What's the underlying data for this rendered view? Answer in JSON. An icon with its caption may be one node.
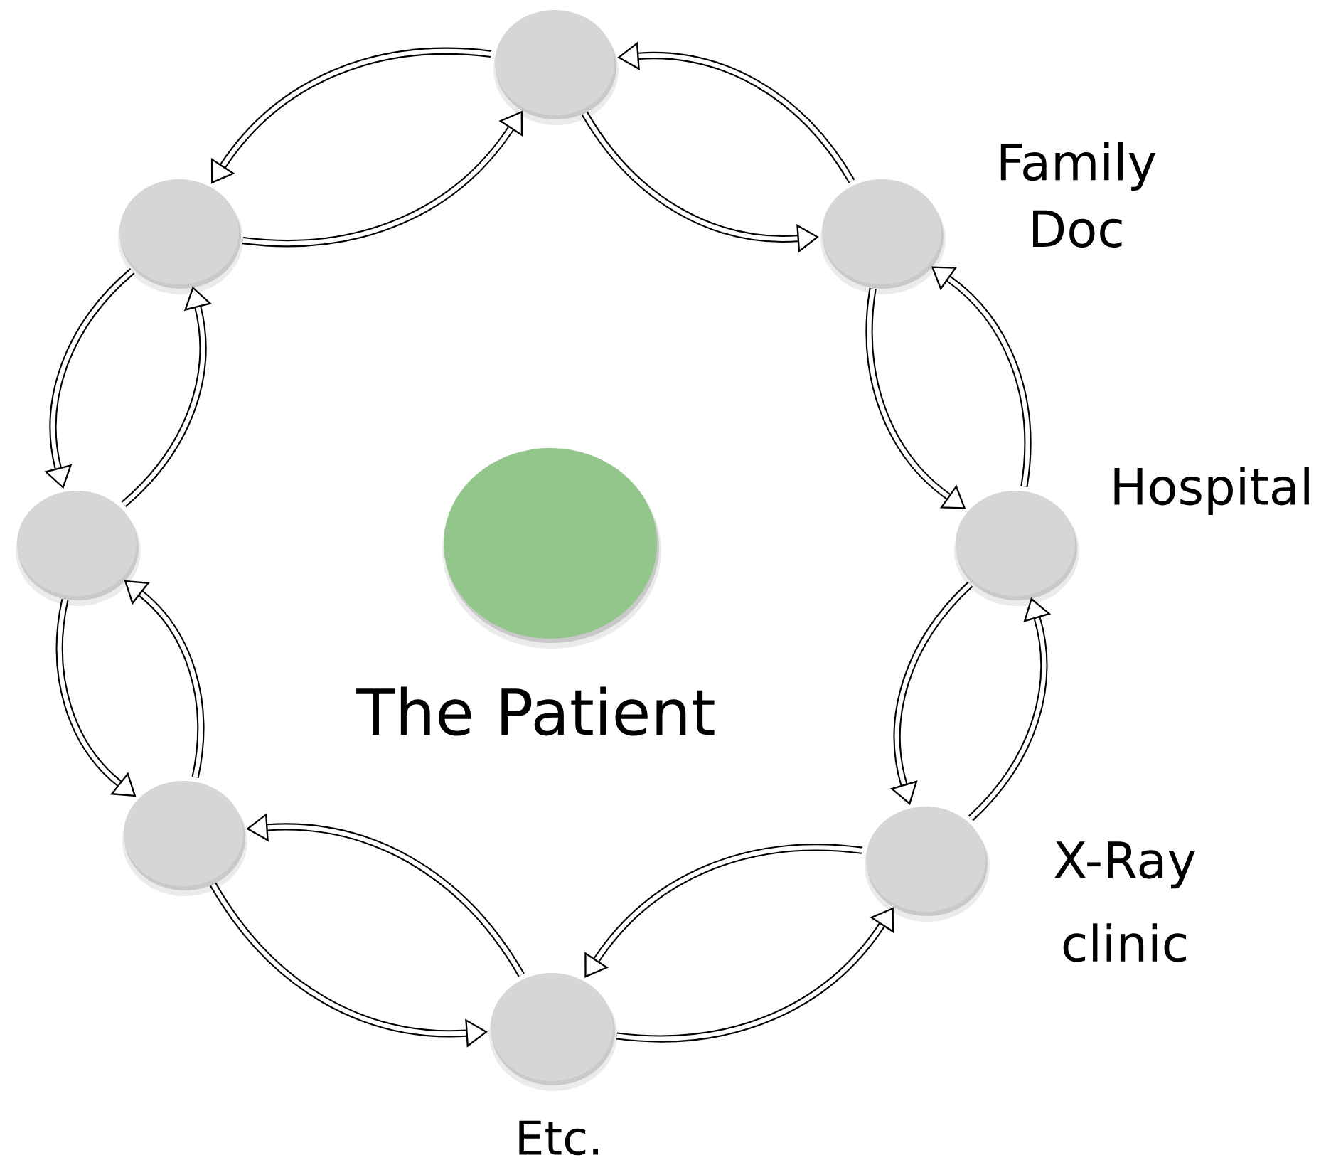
{
  "diagram": {
    "nodes": [
      {
        "text": [],
        "shape": "circle"
      },
      {
        "text": [
          "Family Doc"
        ]
      },
      {
        "text": [
          "Hospital"
        ]
      },
      {
        "text": [
          "X-Ray clinic"
        ]
      },
      {
        "text": [
          "Etc."
        ]
      },
      {
        "text": [],
        "shape": "circle"
      },
      {
        "text": [],
        "shape": "circle"
      },
      {
        "text": [],
        "shape": "circle"
      },
      {
        "text": [
          "The Patient"
        ]
      }
    ],
    "edges": [
      {
        "from": 0,
        "to": 1,
        "arrow": "to"
      },
      {
        "from": 1,
        "to": 0,
        "arrow": "to"
      },
      {
        "from": 1,
        "to": 2,
        "arrow": "to"
      },
      {
        "from": 2,
        "to": 1,
        "arrow": "to"
      },
      {
        "from": 2,
        "to": 3,
        "arrow": "to"
      },
      {
        "from": 3,
        "to": 2,
        "arrow": "to"
      },
      {
        "from": 3,
        "to": 4,
        "arrow": "to"
      },
      {
        "from": 4,
        "to": 3,
        "arrow": "to"
      },
      {
        "from": 4,
        "to": 5,
        "arrow": "to"
      },
      {
        "from": 5,
        "to": 4,
        "arrow": "to"
      },
      {
        "from": 5,
        "to": 6,
        "arrow": "to"
      },
      {
        "from": 6,
        "to": 5,
        "arrow": "to"
      },
      {
        "from": 6,
        "to": 7,
        "arrow": "to"
      },
      {
        "from": 7,
        "to": 6,
        "arrow": "to"
      },
      {
        "from": 7,
        "to": 0,
        "arrow": "to"
      },
      {
        "from": 0,
        "to": 7,
        "arrow": "to"
      }
    ]
  }
}
